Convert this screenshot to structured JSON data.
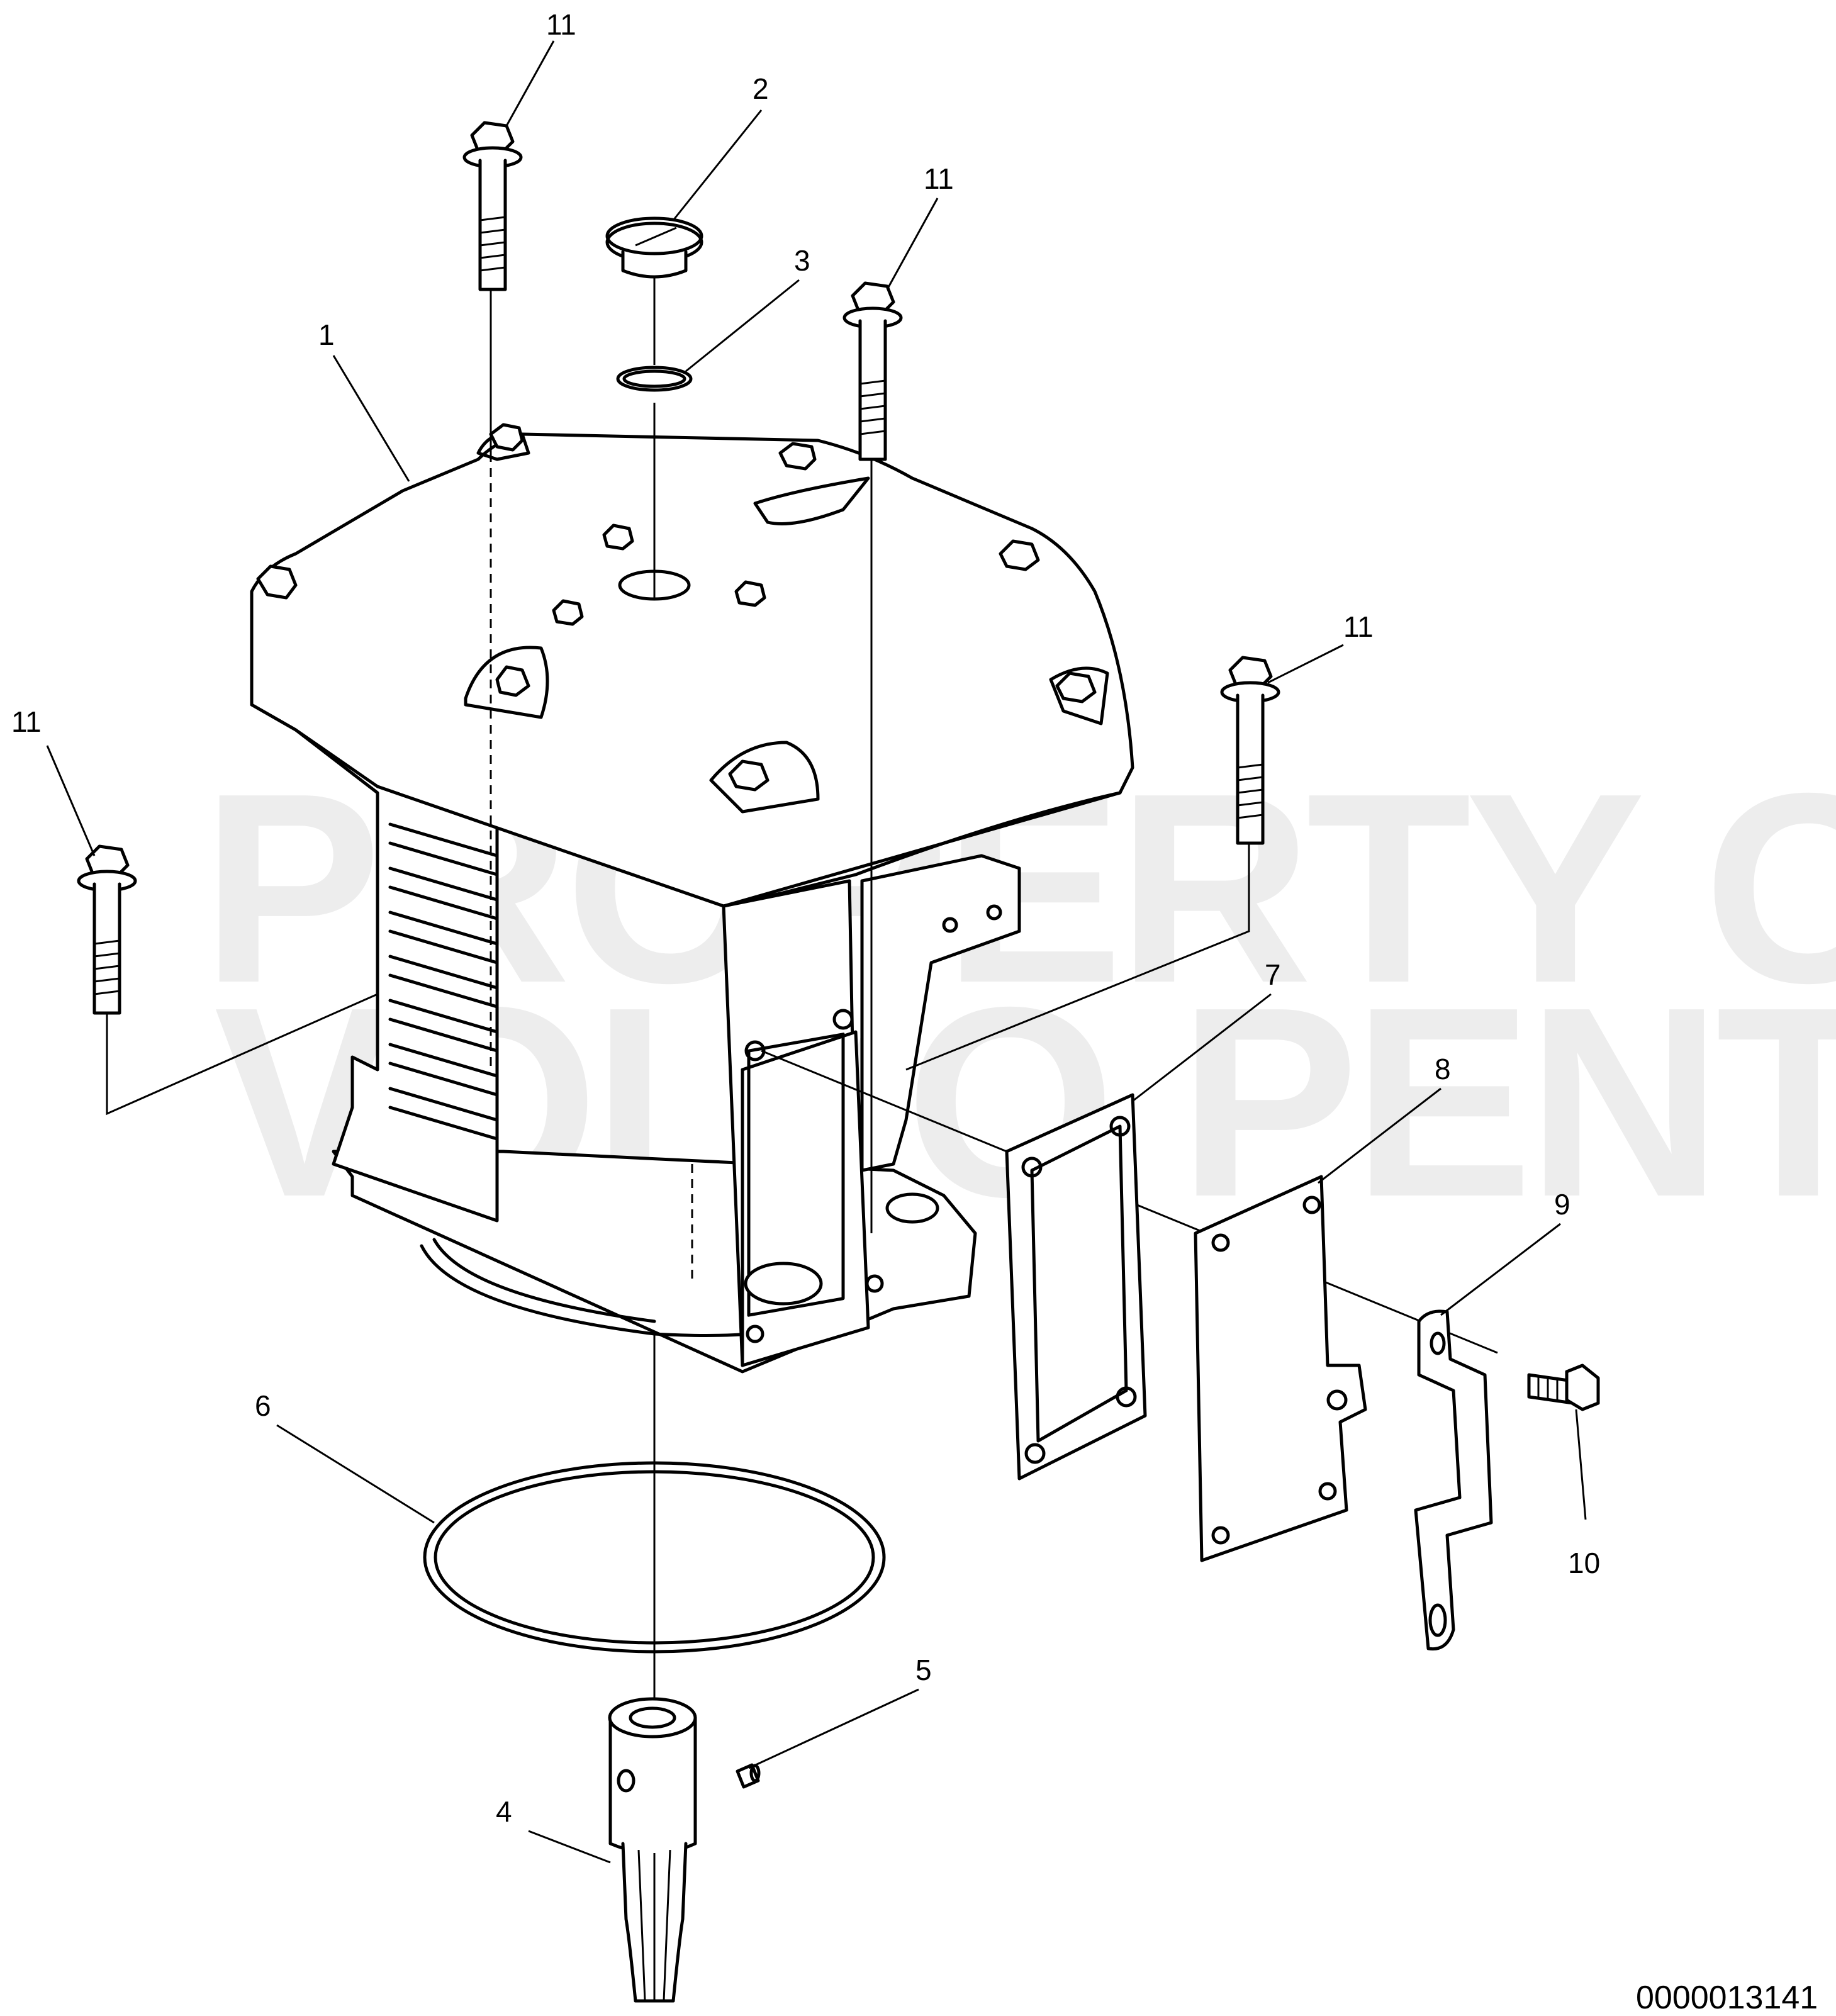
{
  "watermark": {
    "line1": "PROPERTY OF",
    "line2": "VOLVO PENTA"
  },
  "document_number": "0000013141",
  "callouts": {
    "c1": "1",
    "c2": "2",
    "c3": "3",
    "c4": "4",
    "c5": "5",
    "c6": "6",
    "c7": "7",
    "c8": "8",
    "c9": "9",
    "c10": "10",
    "c11a": "11",
    "c11b": "11",
    "c11c": "11",
    "c11d": "11"
  }
}
